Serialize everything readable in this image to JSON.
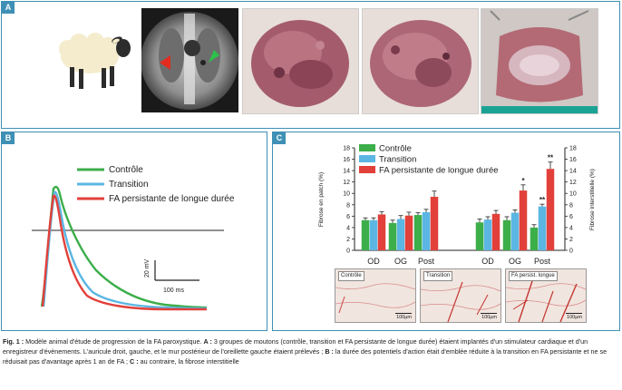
{
  "panels": {
    "a": "A",
    "b": "B",
    "c": "C"
  },
  "panel_a": {
    "xray_arrows": [
      "red-arrow",
      "green-arrow"
    ]
  },
  "panel_b": {
    "legend": [
      "Contrôle",
      "Transition",
      "FA persistante de longue durée"
    ],
    "scale_v": "20 mV",
    "scale_h": "100 ms",
    "colors": {
      "control": "#3cae4a",
      "transition": "#5cb6e3",
      "persistent": "#e2403a"
    }
  },
  "chart_data": {
    "type": "bar",
    "groups": [
      "Fibrose en patch",
      "Fibrose interstitielle"
    ],
    "categories": [
      "OD",
      "OG",
      "Post",
      "OD",
      "OG",
      "Post"
    ],
    "series": [
      {
        "name": "Contrôle",
        "color": "#3cae4a",
        "values": [
          5.3,
          4.8,
          6.2,
          4.9,
          5.3,
          4.0
        ]
      },
      {
        "name": "Transition",
        "color": "#5cb6e3",
        "values": [
          5.3,
          5.5,
          6.7,
          5.4,
          6.6,
          7.7
        ]
      },
      {
        "name": "FA persistante de longue durée",
        "color": "#e2403a",
        "values": [
          6.3,
          6.1,
          9.4,
          6.4,
          10.5,
          14.3
        ]
      }
    ],
    "errors": [
      [
        0.4,
        0.5,
        0.4,
        0.6,
        0.6,
        0.5
      ],
      [
        0.4,
        0.6,
        0.5,
        0.5,
        0.5,
        0.4
      ],
      [
        0.5,
        0.6,
        1.0,
        0.6,
        1.0,
        1.2
      ]
    ],
    "significance": [
      {
        "category_index": 4,
        "series_index": 2,
        "label": "*"
      },
      {
        "category_index": 5,
        "series_index": 1,
        "label": "**"
      },
      {
        "category_index": 5,
        "series_index": 2,
        "label": "**"
      }
    ],
    "ylabel_left": "Fibrose en patch (%)",
    "ylabel_right": "Fibrose interstitielle (%)",
    "ylim": [
      0,
      18
    ],
    "yticks": [
      0,
      2,
      4,
      6,
      8,
      10,
      12,
      14,
      16,
      18
    ],
    "grid": false,
    "legend_position": "top-left"
  },
  "histology": [
    {
      "label": "Contrôle",
      "scale": "100µm"
    },
    {
      "label": "Transition",
      "scale": "100µm"
    },
    {
      "label": "FA persist. longue",
      "scale": "100µm"
    }
  ],
  "caption": {
    "prefix": "Fig. 1 :",
    "t1": " Modèle animal d'étude de progression de la FA paroxystique. ",
    "a": "A :",
    "t2": " 3 groupes de moutons (contrôle, transition et FA persistante de longue durée) étaient implantés d'un stimulateur cardiaque et d'un enregistreur d'évènements. L'auricule droit, gauche, et le mur postérieur de l'oreillette gauche étaient prélevés ; ",
    "b": "B :",
    "t3": " la durée des potentiels d'action était d'emblée réduite à la transition en FA persistante et ne se réduisait pas d'avantage après 1 an de FA ; ",
    "c": "C :",
    "t4": " au contraire, la fibrose interstitielle"
  }
}
